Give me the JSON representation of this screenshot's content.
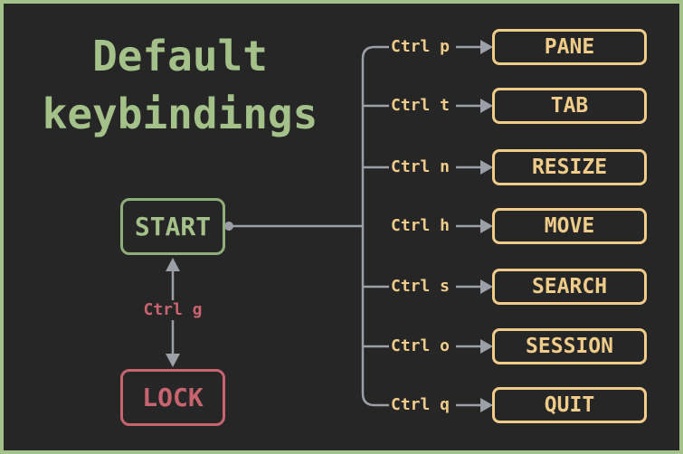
{
  "title": {
    "line1": "Default",
    "line2": "keybindings"
  },
  "start": {
    "label": "START"
  },
  "lock": {
    "label": "LOCK",
    "key": "Ctrl g"
  },
  "modes": [
    {
      "key": "Ctrl p",
      "label": "PANE"
    },
    {
      "key": "Ctrl t",
      "label": "TAB"
    },
    {
      "key": "Ctrl n",
      "label": "RESIZE"
    },
    {
      "key": "Ctrl h",
      "label": "MOVE"
    },
    {
      "key": "Ctrl s",
      "label": "SEARCH"
    },
    {
      "key": "Ctrl o",
      "label": "SESSION"
    },
    {
      "key": "Ctrl q",
      "label": "QUIT"
    }
  ],
  "colors": {
    "background": "#262626",
    "frame": "#a5c18a",
    "title": "#a5c18a",
    "mode": "#f0cc8a",
    "lock": "#c76470",
    "connector": "#9aa0a6"
  }
}
